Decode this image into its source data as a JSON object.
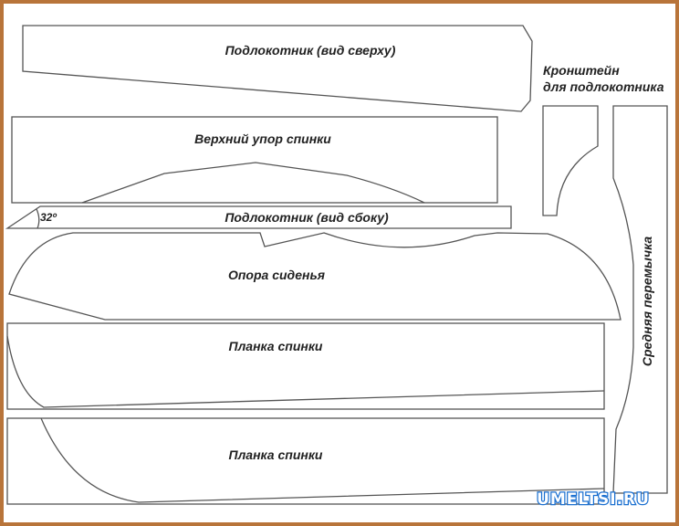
{
  "labels": {
    "armrest_top": "Подлокотник (вид сверху)",
    "upper_back_stop": "Верхний упор спинки",
    "armrest_side": "Подлокотник (вид сбоку)",
    "angle": "32º",
    "seat_support": "Опора сиденья",
    "back_slat_1": "Планка спинки",
    "back_slat_2": "Планка спинки",
    "bracket_line1": "Кронштейн",
    "bracket_line2": "для подлокотника",
    "middle_crossbar": "Средняя перемычка"
  },
  "watermark": "UMELTSI.RU",
  "colors": {
    "frame": "#b8743a",
    "watermark": "#1a6fd0"
  }
}
